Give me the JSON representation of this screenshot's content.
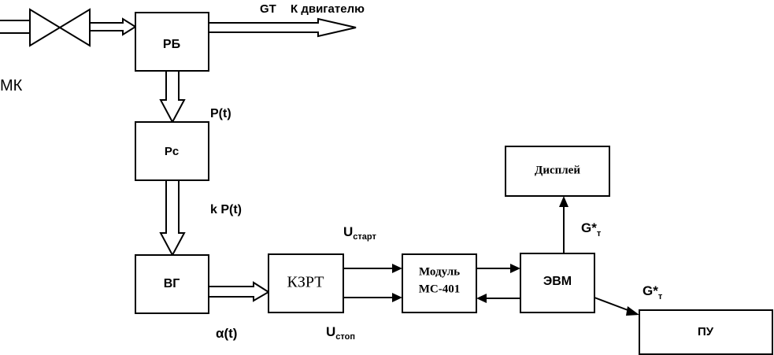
{
  "blocks": {
    "rb": "РБ",
    "rs": "Рс",
    "vg": "ВГ",
    "kzrt": "КЗРТ",
    "module_line1": "Модуль",
    "module_line2": "МС-401",
    "evm": "ЭВМ",
    "display": "Дисплей",
    "pu": "ПУ"
  },
  "labels": {
    "mk": "МК",
    "gt": "GT",
    "to_engine": "К двигателю",
    "pt": "P(t)",
    "kpt": "k P(t)",
    "alpha": "α(t)",
    "u_start_main": "U",
    "u_start_sub": "старт",
    "u_stop_main": "U",
    "u_stop_sub": "стоп",
    "g_display_main": "G*",
    "g_display_sub": "т",
    "g_pu_main": "G*",
    "g_pu_sub": "т"
  }
}
